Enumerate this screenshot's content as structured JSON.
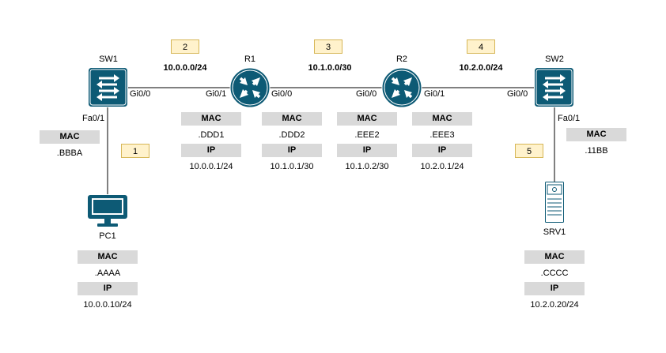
{
  "devices": {
    "sw1": "SW1",
    "r1": "R1",
    "r2": "R2",
    "sw2": "SW2",
    "pc1": "PC1",
    "srv1": "SRV1"
  },
  "networks": [
    "10.0.0.0/24",
    "10.1.0.0/30",
    "10.2.0.0/24"
  ],
  "steps": [
    "1",
    "2",
    "3",
    "4",
    "5"
  ],
  "interfaces": {
    "sw1_gi00": "Gi0/0",
    "sw1_fa01": "Fa0/1",
    "r1_gi01": "Gi0/1",
    "r1_gi00": "Gi0/0",
    "r2_gi00": "Gi0/0",
    "r2_gi01": "Gi0/1",
    "sw2_gi00": "Gi0/0",
    "sw2_fa01": "Fa0/1"
  },
  "labels": {
    "mac": "MAC",
    "ip": "IP"
  },
  "addresses": {
    "sw1_fa01_mac": ".BBBA",
    "r1_gi01_mac": ".DDD1",
    "r1_gi01_ip": "10.0.0.1/24",
    "r1_gi00_mac": ".DDD2",
    "r1_gi00_ip": "10.1.0.1/30",
    "r2_gi00_mac": ".EEE2",
    "r2_gi00_ip": "10.1.0.2/30",
    "r2_gi01_mac": ".EEE3",
    "r2_gi01_ip": "10.2.0.1/24",
    "sw2_fa01_mac": ".11BB",
    "pc1_mac": ".AAAA",
    "pc1_ip": "10.0.0.10/24",
    "srv1_mac": ".CCCC",
    "srv1_ip": "10.2.0.20/24"
  },
  "colors": {
    "device": "#0d5a75",
    "label_box": "#d9d9d9",
    "step_fill": "#fff2cc",
    "step_border": "#d6b656"
  },
  "icons": {
    "switch": "switch-icon",
    "router": "router-icon",
    "pc": "pc-icon",
    "server": "server-icon"
  }
}
